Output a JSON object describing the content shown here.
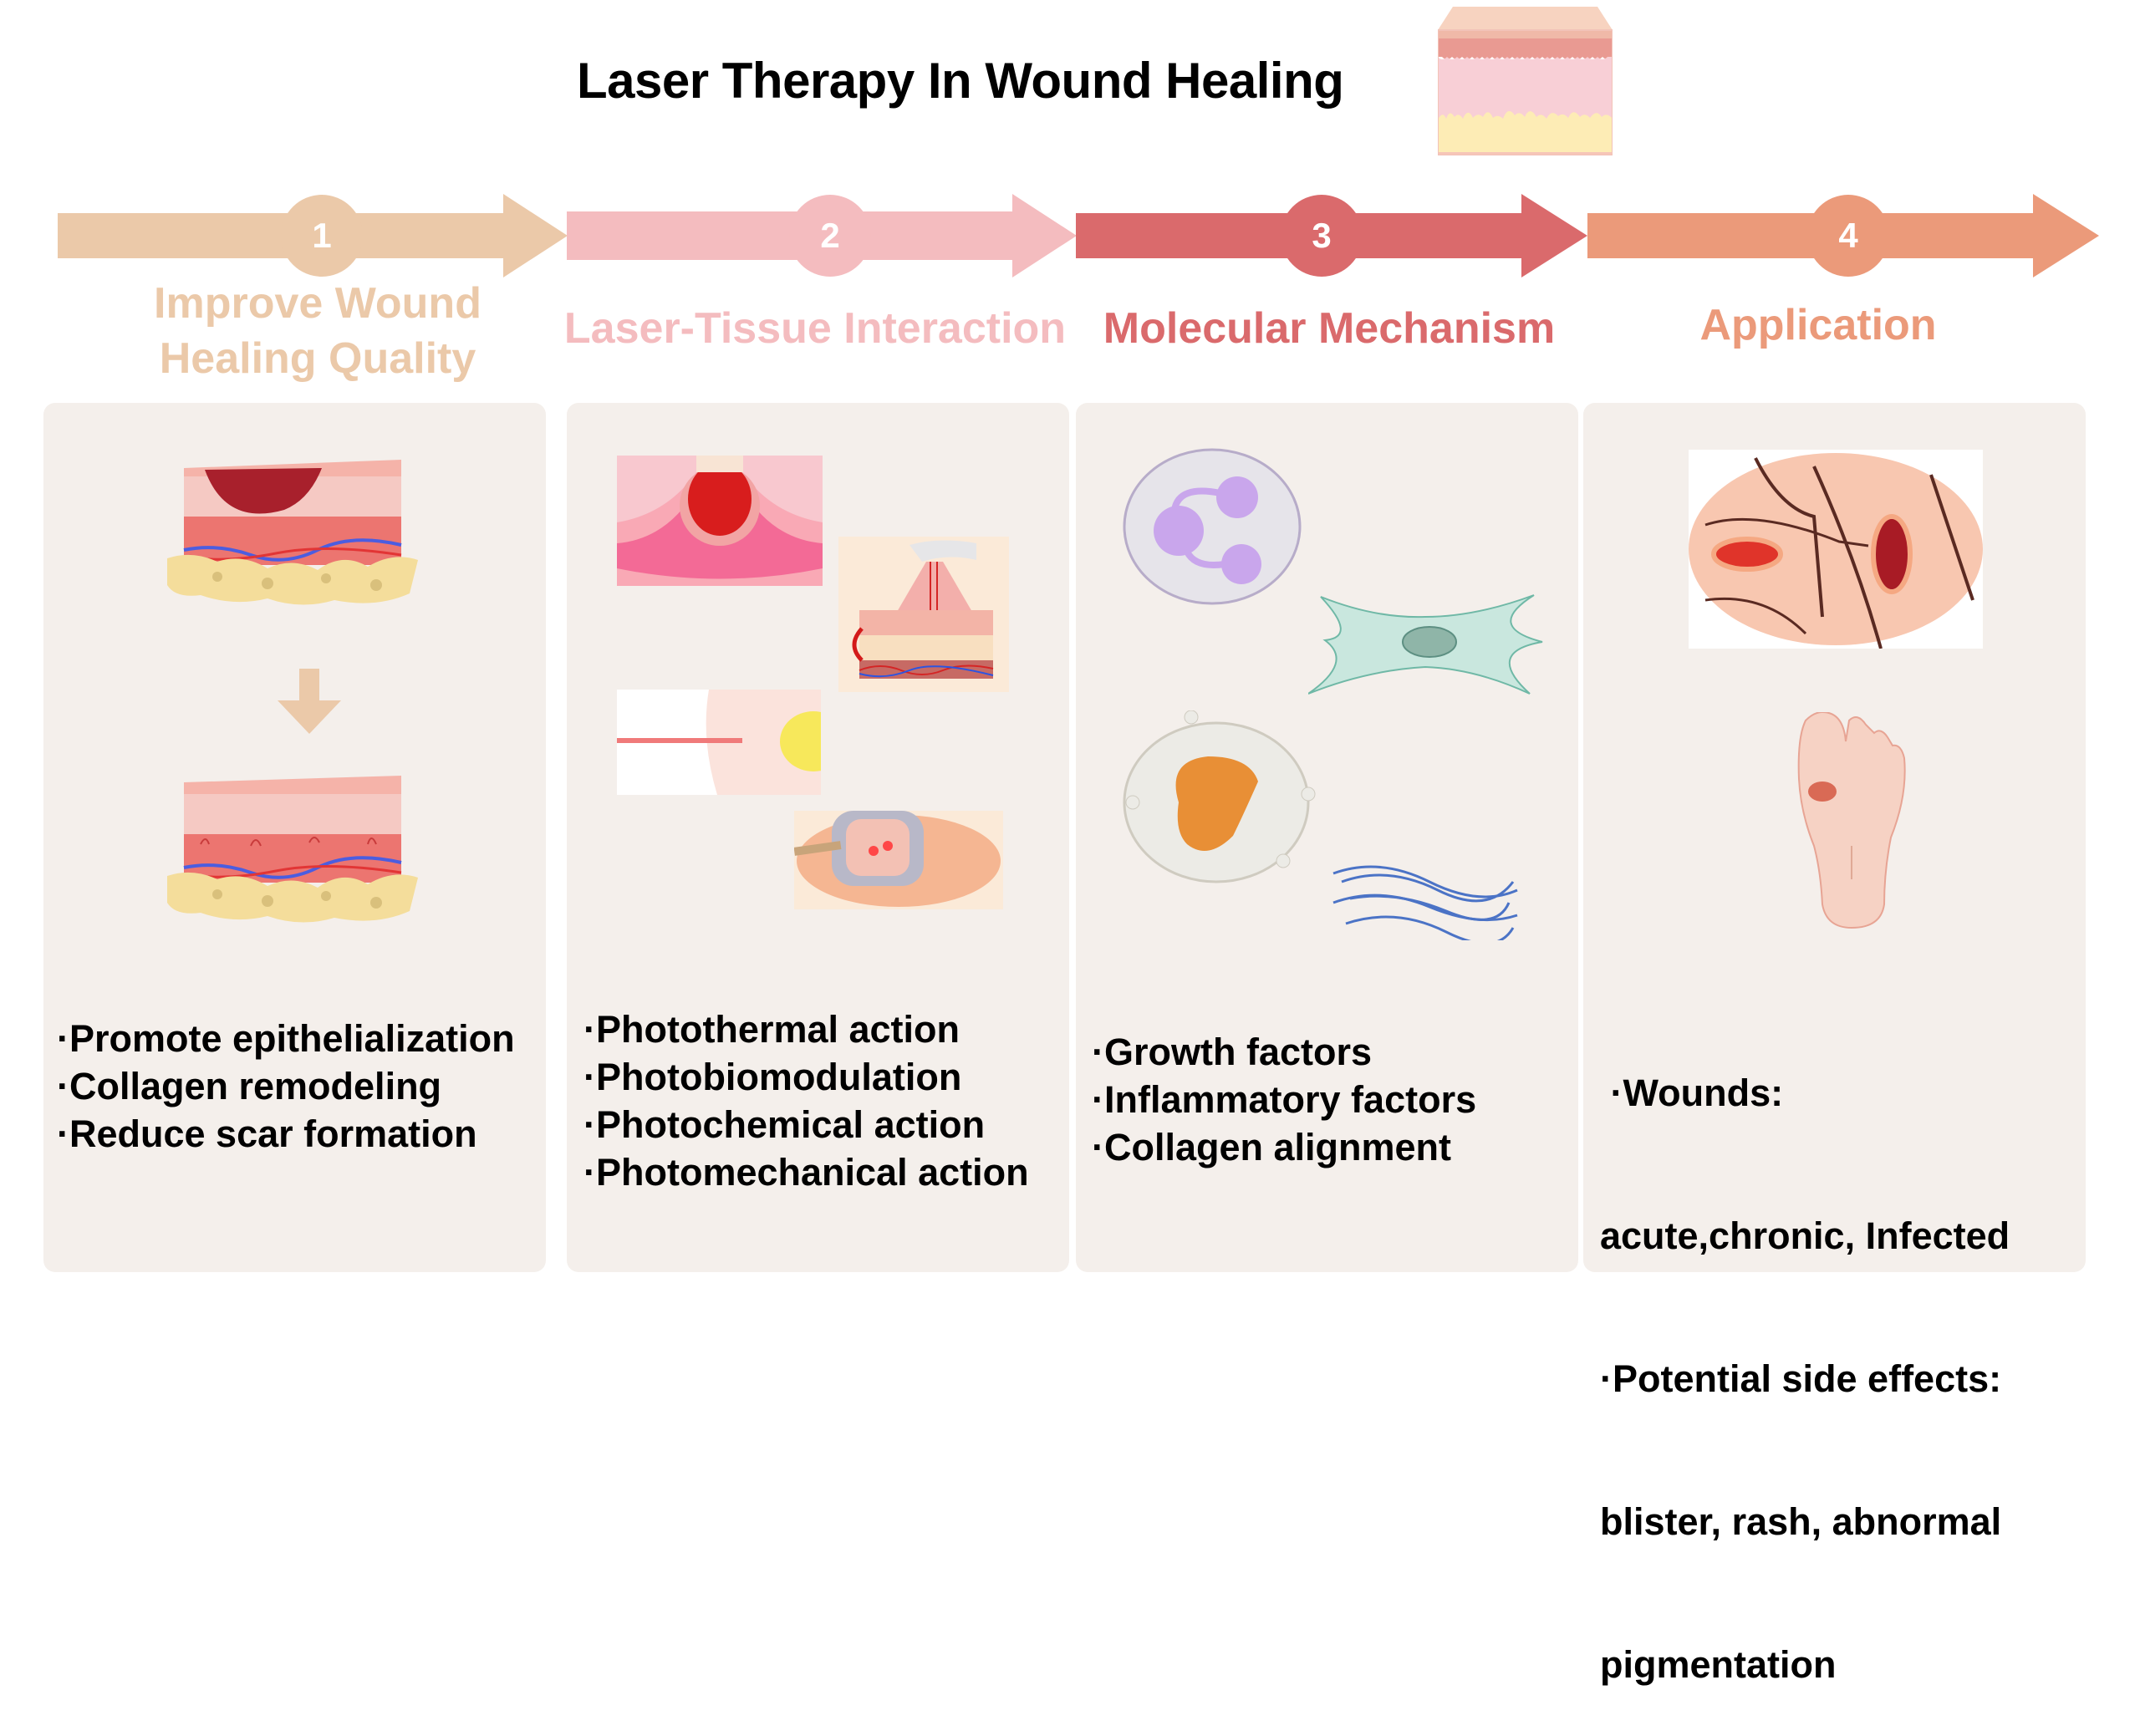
{
  "title": "Laser Therapy In Wound Healing",
  "colors": {
    "step1": "#ebc9a9",
    "step2": "#f4bcbf",
    "step3": "#da6a6c",
    "step4": "#eb9a7a",
    "panel_bg": "#f4efeb"
  },
  "steps": [
    {
      "number": "1",
      "heading_line1": "Improve Wound",
      "heading_line2": "Healing Quality",
      "bullets": [
        "·Promote epithelialization",
        "·Collagen remodeling",
        "·Reduce scar formation"
      ],
      "illustrations": [
        "wounded-skin-cross-section",
        "down-arrow",
        "healed-skin-cross-section"
      ]
    },
    {
      "number": "2",
      "heading": "Laser-Tissue Interaction",
      "bullets": [
        "·Photothermal action",
        "·Photobiomodulation",
        "·Photochemical action",
        "·Photomechanical action"
      ],
      "illustrations": [
        "thermal-diffusion-diagram",
        "laser-device-on-skin",
        "laser-beam-tissue",
        "photomechanical-probe"
      ]
    },
    {
      "number": "3",
      "heading": "Molecular Mechanism",
      "bullets": [
        "·Growth factors",
        "·Inflammatory factors",
        "·Collagen alignment"
      ],
      "illustrations": [
        "neutrophil-cell",
        "fibroblast-cell",
        "macrophage-cell",
        "collagen-fibers"
      ]
    },
    {
      "number": "4",
      "heading": "Application",
      "bullets": [
        " ·Wounds:",
        "acute,chronic, Infected",
        "·Potential side effects:",
        "blister, rash, abnormal",
        "pigmentation"
      ],
      "illustrations": [
        "hand-wound-illustration",
        "foot-ulcer-illustration"
      ]
    }
  ]
}
